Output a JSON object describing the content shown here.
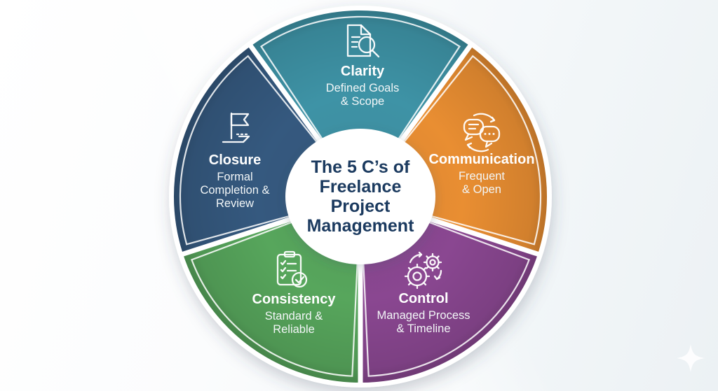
{
  "title": {
    "lines": [
      "The 5 C’s of",
      "Freelance",
      "Project",
      "Management"
    ],
    "color": "#1B3A5F"
  },
  "segments": [
    {
      "name": "Clarity",
      "subtitle_lines": [
        "Defined Goals",
        "& Scope"
      ],
      "color": "#3E93A6",
      "icon": "document-search-icon"
    },
    {
      "name": "Communication",
      "subtitle_lines": [
        "Frequent",
        "& Open"
      ],
      "color": "#E98E32",
      "icon": "chat-bubbles-icon"
    },
    {
      "name": "Control",
      "subtitle_lines": [
        "Managed Process",
        "& Timeline"
      ],
      "color": "#8A4791",
      "icon": "gears-icon"
    },
    {
      "name": "Consistency",
      "subtitle_lines": [
        "Standard &",
        "Reliable"
      ],
      "color": "#57A65C",
      "icon": "clipboard-check-icon"
    },
    {
      "name": "Closure",
      "subtitle_lines": [
        "Formal",
        "Completion &",
        "Review"
      ],
      "color": "#35597F",
      "icon": "flag-icon"
    }
  ],
  "decor": {
    "sparkle": "four-point-star",
    "sparkle_color": "#FFFFFF"
  }
}
